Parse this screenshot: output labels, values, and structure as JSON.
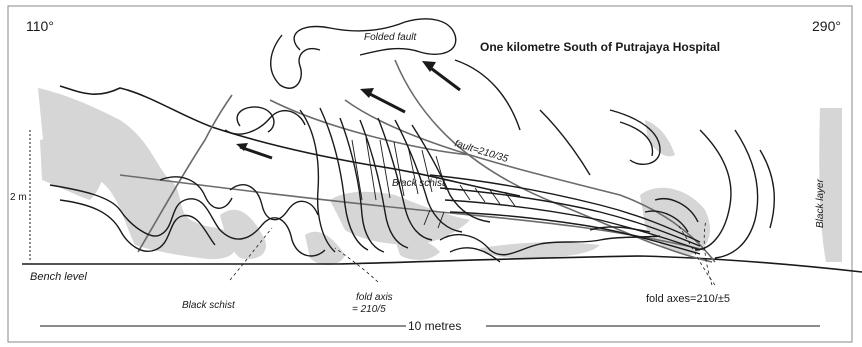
{
  "figure": {
    "title": "One kilometre South of Putrajaya Hospital",
    "bearing_left": "110°",
    "bearing_right": "290°",
    "scale_vertical": "2 m",
    "scale_horizontal": "10 metres",
    "labels": {
      "folded_fault": "Folded fault",
      "fault_attitude": "fault=210/35",
      "black_schist_center": "Black schist",
      "black_schist_lower": "Black schist",
      "black_layer": "Black layer",
      "bench_level": "Bench level",
      "fold_axis_line1": "fold axis",
      "fold_axis_line2": "= 210/5",
      "fold_axes": "fold axes=210/±5"
    }
  },
  "colors": {
    "ink": "#1a1a1a",
    "shade": "#d4d4d4",
    "frame": "#8a8a8a"
  }
}
